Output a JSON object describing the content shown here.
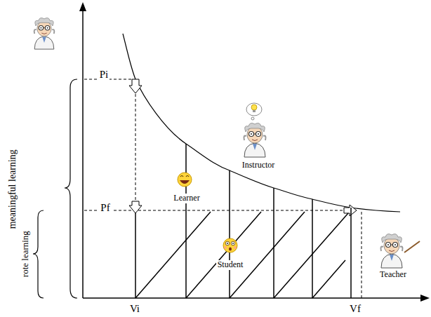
{
  "diagram": {
    "labels": [
      "meaningful learning",
      "rote learning",
      "Pi",
      "Pf",
      "Vi",
      "Vf",
      "Instructor",
      "Learner",
      "Student",
      "Teacher"
    ]
  }
}
